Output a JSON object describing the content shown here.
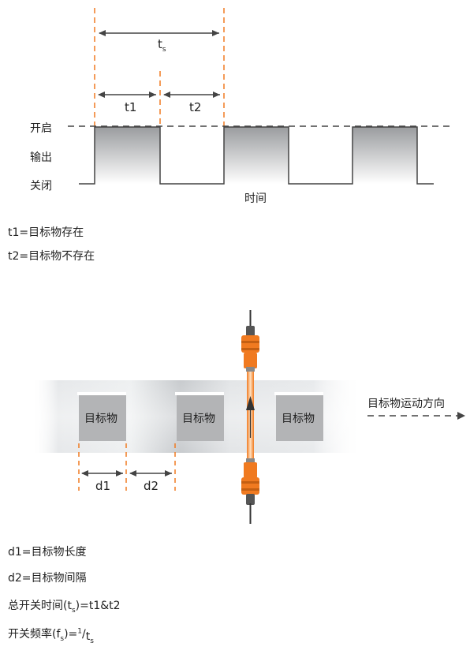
{
  "timing": {
    "period_label_main": "t",
    "period_label_sub": "s",
    "t1_label": "t1",
    "t2_label": "t2",
    "state_on": "开启",
    "state_output": "输出",
    "state_off": "关闭",
    "time_axis": "时间"
  },
  "definitions_timing": {
    "t1": "t1=目标物存在",
    "t2": "t2=目标物不存在"
  },
  "conveyor": {
    "objects": [
      "目标物",
      "目标物",
      "目标物"
    ],
    "direction_label": "目标物运动方向",
    "d1_label": "d1",
    "d2_label": "d2"
  },
  "definitions_distance": {
    "d1": "d1=目标物长度",
    "d2": "d2=目标物间隔",
    "total_prefix": "总开关时间(t",
    "total_sub": "s",
    "total_suffix": ")=t1&t2",
    "freq_prefix": "开关频率(f",
    "freq_sub": "s",
    "freq_mid": ")=",
    "freq_num": "1",
    "freq_slash": "/",
    "freq_den_main": "t",
    "freq_den_sub": "s"
  },
  "colors": {
    "accent_orange": "#f07a20",
    "signal_gray": "#9a9c9f",
    "text": "#222222"
  }
}
